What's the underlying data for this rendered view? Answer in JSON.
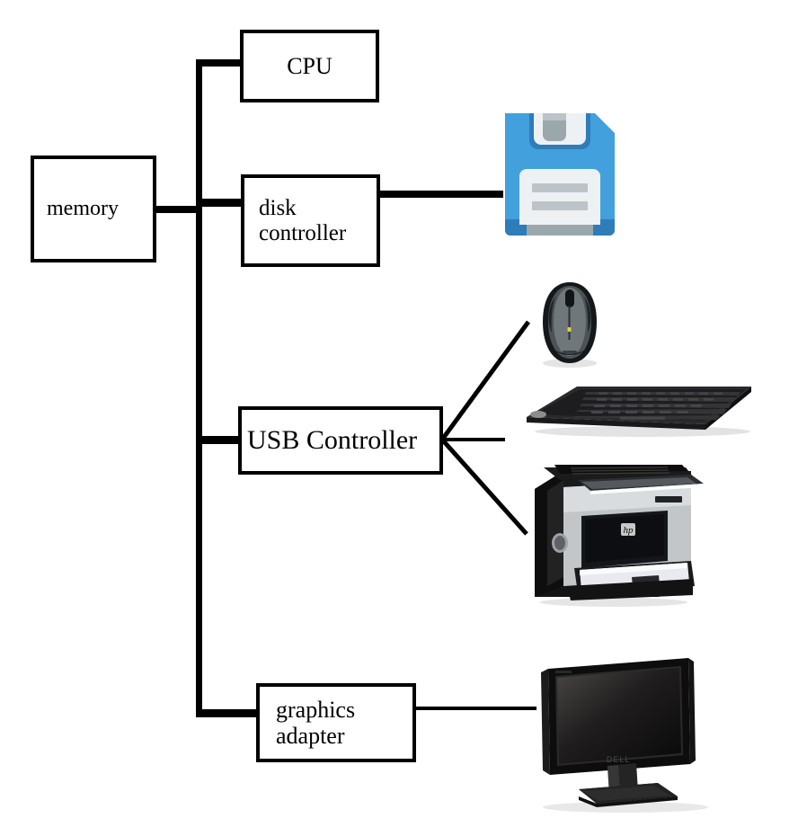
{
  "diagram": {
    "title": "Computer system block diagram",
    "blocks": {
      "cpu": {
        "label": "CPU"
      },
      "memory": {
        "label": "memory"
      },
      "disk_controller": {
        "label": "disk\ncontroller"
      },
      "usb_controller": {
        "label": "USB Controller"
      },
      "graphics_adapter": {
        "label": "graphics\nadapter"
      }
    },
    "devices": {
      "floppy": {
        "name": "floppy-disk-icon"
      },
      "mouse": {
        "name": "mouse-icon"
      },
      "keyboard": {
        "name": "keyboard-icon"
      },
      "printer": {
        "name": "printer-icon"
      },
      "monitor": {
        "name": "monitor-icon"
      }
    },
    "wires": {
      "bus": "system-bus",
      "memory_to_bus": "memory-bus-link",
      "bus_to_cpu": "cpu-bus-link",
      "bus_to_disk": "disk-controller-bus-link",
      "bus_to_usb": "usb-controller-bus-link",
      "bus_to_graphics": "graphics-adapter-bus-link",
      "disk_to_floppy": "disk-to-floppy-link",
      "usb_to_mouse": "usb-to-mouse-link",
      "usb_to_keyboard": "usb-to-keyboard-link",
      "usb_to_printer": "usb-to-printer-link",
      "graphics_to_monitor": "graphics-to-monitor-link"
    },
    "colors": {
      "line": "#000000",
      "background": "#ffffff",
      "floppy_body": "#42a0dc",
      "floppy_body_dark": "#2e7cb8",
      "floppy_label": "#eef1f3",
      "floppy_shutter_metal": "#9aa8ab",
      "floppy_line": "#bcc4c9",
      "device_black": "#1b1b1b",
      "device_silver": "#b9bcbe"
    }
  }
}
